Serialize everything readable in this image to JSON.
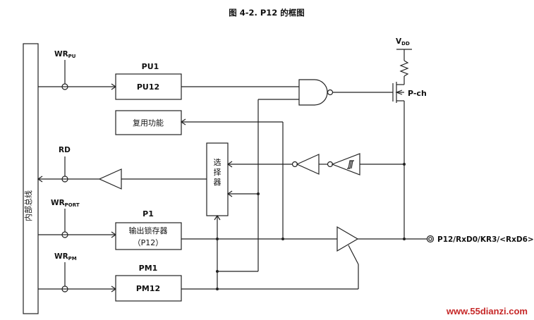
{
  "title": "图 4-2.  P12 的框图",
  "bus_label": "内部总线",
  "signals": {
    "wrpu_main": "WR",
    "wrpu_sub": "PU",
    "rd": "RD",
    "wrport_main": "WR",
    "wrport_sub": "PORT",
    "wrpm_main": "WR",
    "wrpm_sub": "PM"
  },
  "blocks": {
    "pu1_title": "PU1",
    "pu12": "PU12",
    "alt_function": "复用功能",
    "selector": "选择器",
    "p1_title": "P1",
    "latch_line1": "输出锁存器",
    "latch_line2": "（P12）",
    "pm1_title": "PM1",
    "pm12": "PM12"
  },
  "vdd_main": "V",
  "vdd_sub": "DD",
  "pch": "P-ch",
  "pin_label": "P12/RxD0/KR3/<RxD6>",
  "watermark": "www.55dianzi.com"
}
